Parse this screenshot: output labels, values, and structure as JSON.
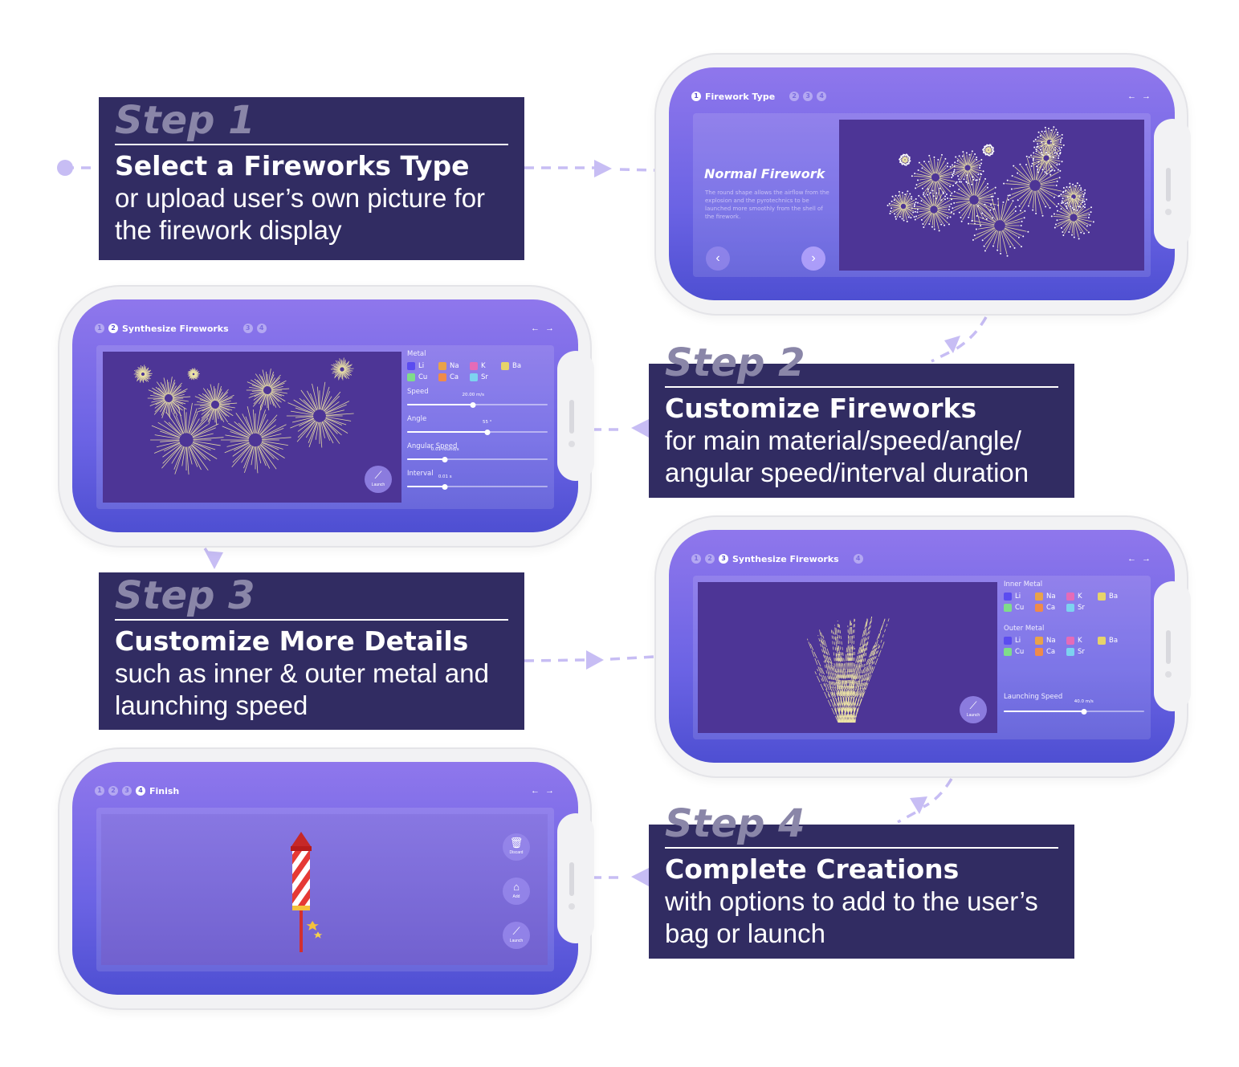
{
  "steps": [
    {
      "number": "Step 1",
      "heading": "Select a Fireworks Type",
      "description": "or upload user’s own picture for the firework display"
    },
    {
      "number": "Step 2",
      "heading": "Customize Fireworks",
      "description": "for main material/speed/angle/ angular speed/interval duration"
    },
    {
      "number": "Step 3",
      "heading": "Customize More Details",
      "description": "such as inner & outer metal and launching speed"
    },
    {
      "number": "Step 4",
      "heading": "Complete Creations",
      "description": "with options to add to the user’s bag or launch"
    }
  ],
  "nav_icons": "← →",
  "screen1": {
    "step_dots": [
      "1",
      "2",
      "3",
      "4"
    ],
    "title": "Firework Type",
    "type_name": "Normal Firework",
    "type_desc": "The round shape allows the airflow from the explosion and the pyrotechnics to be launched more smoothly from the shell of the firework.",
    "prev_icon": "‹",
    "next_icon": "›"
  },
  "screen2": {
    "step_dots": [
      "1",
      "2",
      "3",
      "4"
    ],
    "title": "Synthesize Fireworks",
    "metal_label": "Metal",
    "metals": [
      {
        "name": "Li",
        "color": "#5b4cf0"
      },
      {
        "name": "Na",
        "color": "#e9a24a"
      },
      {
        "name": "K",
        "color": "#e56bb8"
      },
      {
        "name": "Ba",
        "color": "#e7d36a"
      },
      {
        "name": "Cu",
        "color": "#7fdc8a"
      },
      {
        "name": "Ca",
        "color": "#ef8a4a"
      },
      {
        "name": "Sr",
        "color": "#7dd3f0"
      }
    ],
    "sliders": [
      {
        "label": "Speed",
        "value": "20.00 m/s",
        "fraction": 0.47
      },
      {
        "label": "Angle",
        "value": "55 °",
        "fraction": 0.57
      },
      {
        "label": "Angular Speed",
        "value": "0.01 round/s",
        "fraction": 0.27
      },
      {
        "label": "Interval",
        "value": "0.01 s",
        "fraction": 0.27
      }
    ],
    "launch_label": "Launch"
  },
  "screen3": {
    "step_dots": [
      "1",
      "2",
      "3",
      "4"
    ],
    "title": "Synthesize Fireworks",
    "inner_label": "Inner Metal",
    "outer_label": "Outer Metal",
    "metals": [
      {
        "name": "Li",
        "color": "#5b4cf0"
      },
      {
        "name": "Na",
        "color": "#e9a24a"
      },
      {
        "name": "K",
        "color": "#e56bb8"
      },
      {
        "name": "Ba",
        "color": "#e7d36a"
      },
      {
        "name": "Cu",
        "color": "#7fdc8a"
      },
      {
        "name": "Ca",
        "color": "#ef8a4a"
      },
      {
        "name": "Sr",
        "color": "#7dd3f0"
      }
    ],
    "launch_speed_label": "Launching Speed",
    "launch_speed_value": "40.0 m/s",
    "launch_speed_fraction": 0.57,
    "launch_label": "Launch"
  },
  "screen4": {
    "step_dots": [
      "1",
      "2",
      "3",
      "4"
    ],
    "title": "Finish",
    "discard_label": "Discard",
    "add_label": "Add",
    "launch_label": "Launch"
  },
  "colors": {
    "card_bg": "#312c62",
    "connector": "#c7bdf4",
    "screen_top": "#8f77ec",
    "screen_bottom": "#4e4fd2",
    "canvas": "#4d3596",
    "spark": "#efe6a6"
  }
}
